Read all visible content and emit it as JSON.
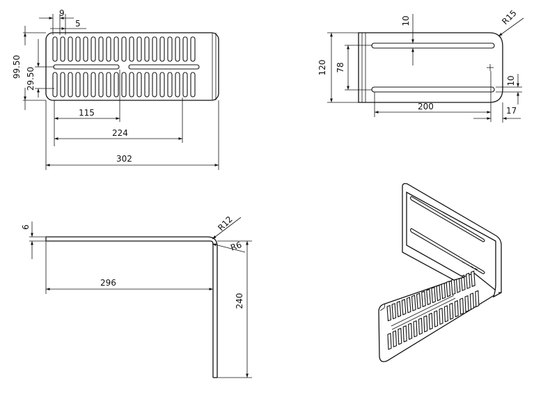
{
  "drawing": {
    "top_view": {
      "dims": [
        "9",
        "5",
        "99.50",
        "29.50",
        "115",
        "224",
        "302"
      ]
    },
    "side_view": {
      "dims": [
        "10",
        "R15",
        "120",
        "78",
        "200",
        "10",
        "17"
      ]
    },
    "front_view": {
      "dims": [
        "6",
        "R12",
        "R6",
        "296",
        "240"
      ]
    },
    "iso_view": {}
  }
}
